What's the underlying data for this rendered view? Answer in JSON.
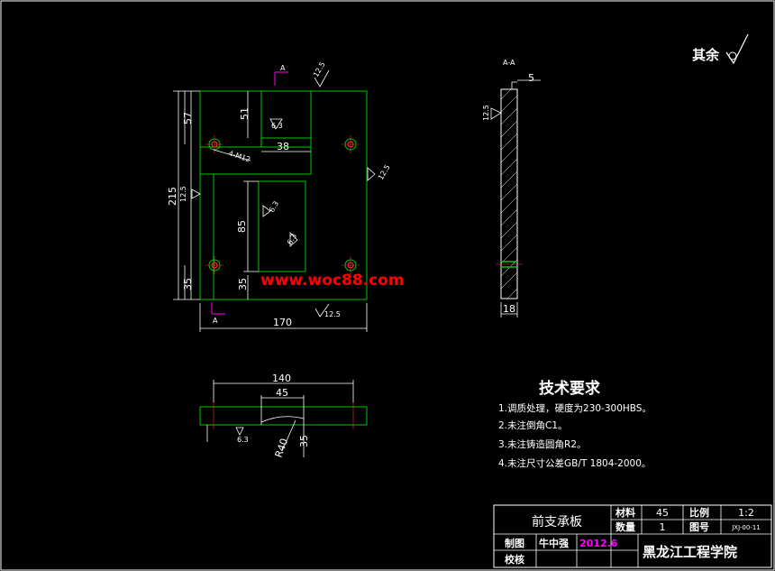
{
  "drawing": {
    "roughness_note": "其余",
    "section_label": "A-A",
    "watermark": "www.woc88.com",
    "section_marker_top": "A",
    "section_marker_bottom": "A",
    "front_view": {
      "dims": {
        "height_total": "215",
        "height_top": "57",
        "height_bottom": "35",
        "height_bottom_inner": "35",
        "slot_height": "85",
        "pocket_height": "51",
        "pocket_width": "38",
        "width_total": "170",
        "hole_label": "4-M12"
      },
      "roughness": {
        "top": "12.5",
        "right": "12.5",
        "bottom": "12.5",
        "left": "12.5",
        "pocket": "6.3",
        "slot_a": "6.3",
        "slot_b": "6.3"
      }
    },
    "section_view": {
      "step": "5",
      "thickness": "18",
      "roughness": "12.5"
    },
    "top_view": {
      "width_total": "140",
      "slot_width": "45",
      "radius": "R40",
      "depth": "35",
      "roughness": "6.3"
    }
  },
  "technical_requirements": {
    "heading": "技术要求",
    "items": [
      "1.调质处理，硬度为230-300HBS。",
      "2.未注倒角C1。",
      "3.未注铸造圆角R2。",
      "4.未注尺寸公差GB/T 1804-2000。"
    ]
  },
  "title_block": {
    "part_name": "前支承板",
    "material_label": "材料",
    "material_value": "45",
    "scale_label": "比例",
    "scale_value": "1:2",
    "quantity_label": "数量",
    "quantity_value": "1",
    "drawing_no_label": "图号",
    "drawing_no_value": "JXJ-00-11",
    "drawn_label": "制图",
    "drawn_by": "牛中强",
    "date": "2012.6",
    "checked_label": "校核",
    "school": "黑龙江工程学院"
  },
  "colors": {
    "background": "#000000",
    "outline": "#00c800",
    "lines": "#ffffff",
    "watermark": "#ff0000",
    "section_marker": "#ff00ff",
    "date": "#ff00ff",
    "hole": "#ff3030"
  }
}
